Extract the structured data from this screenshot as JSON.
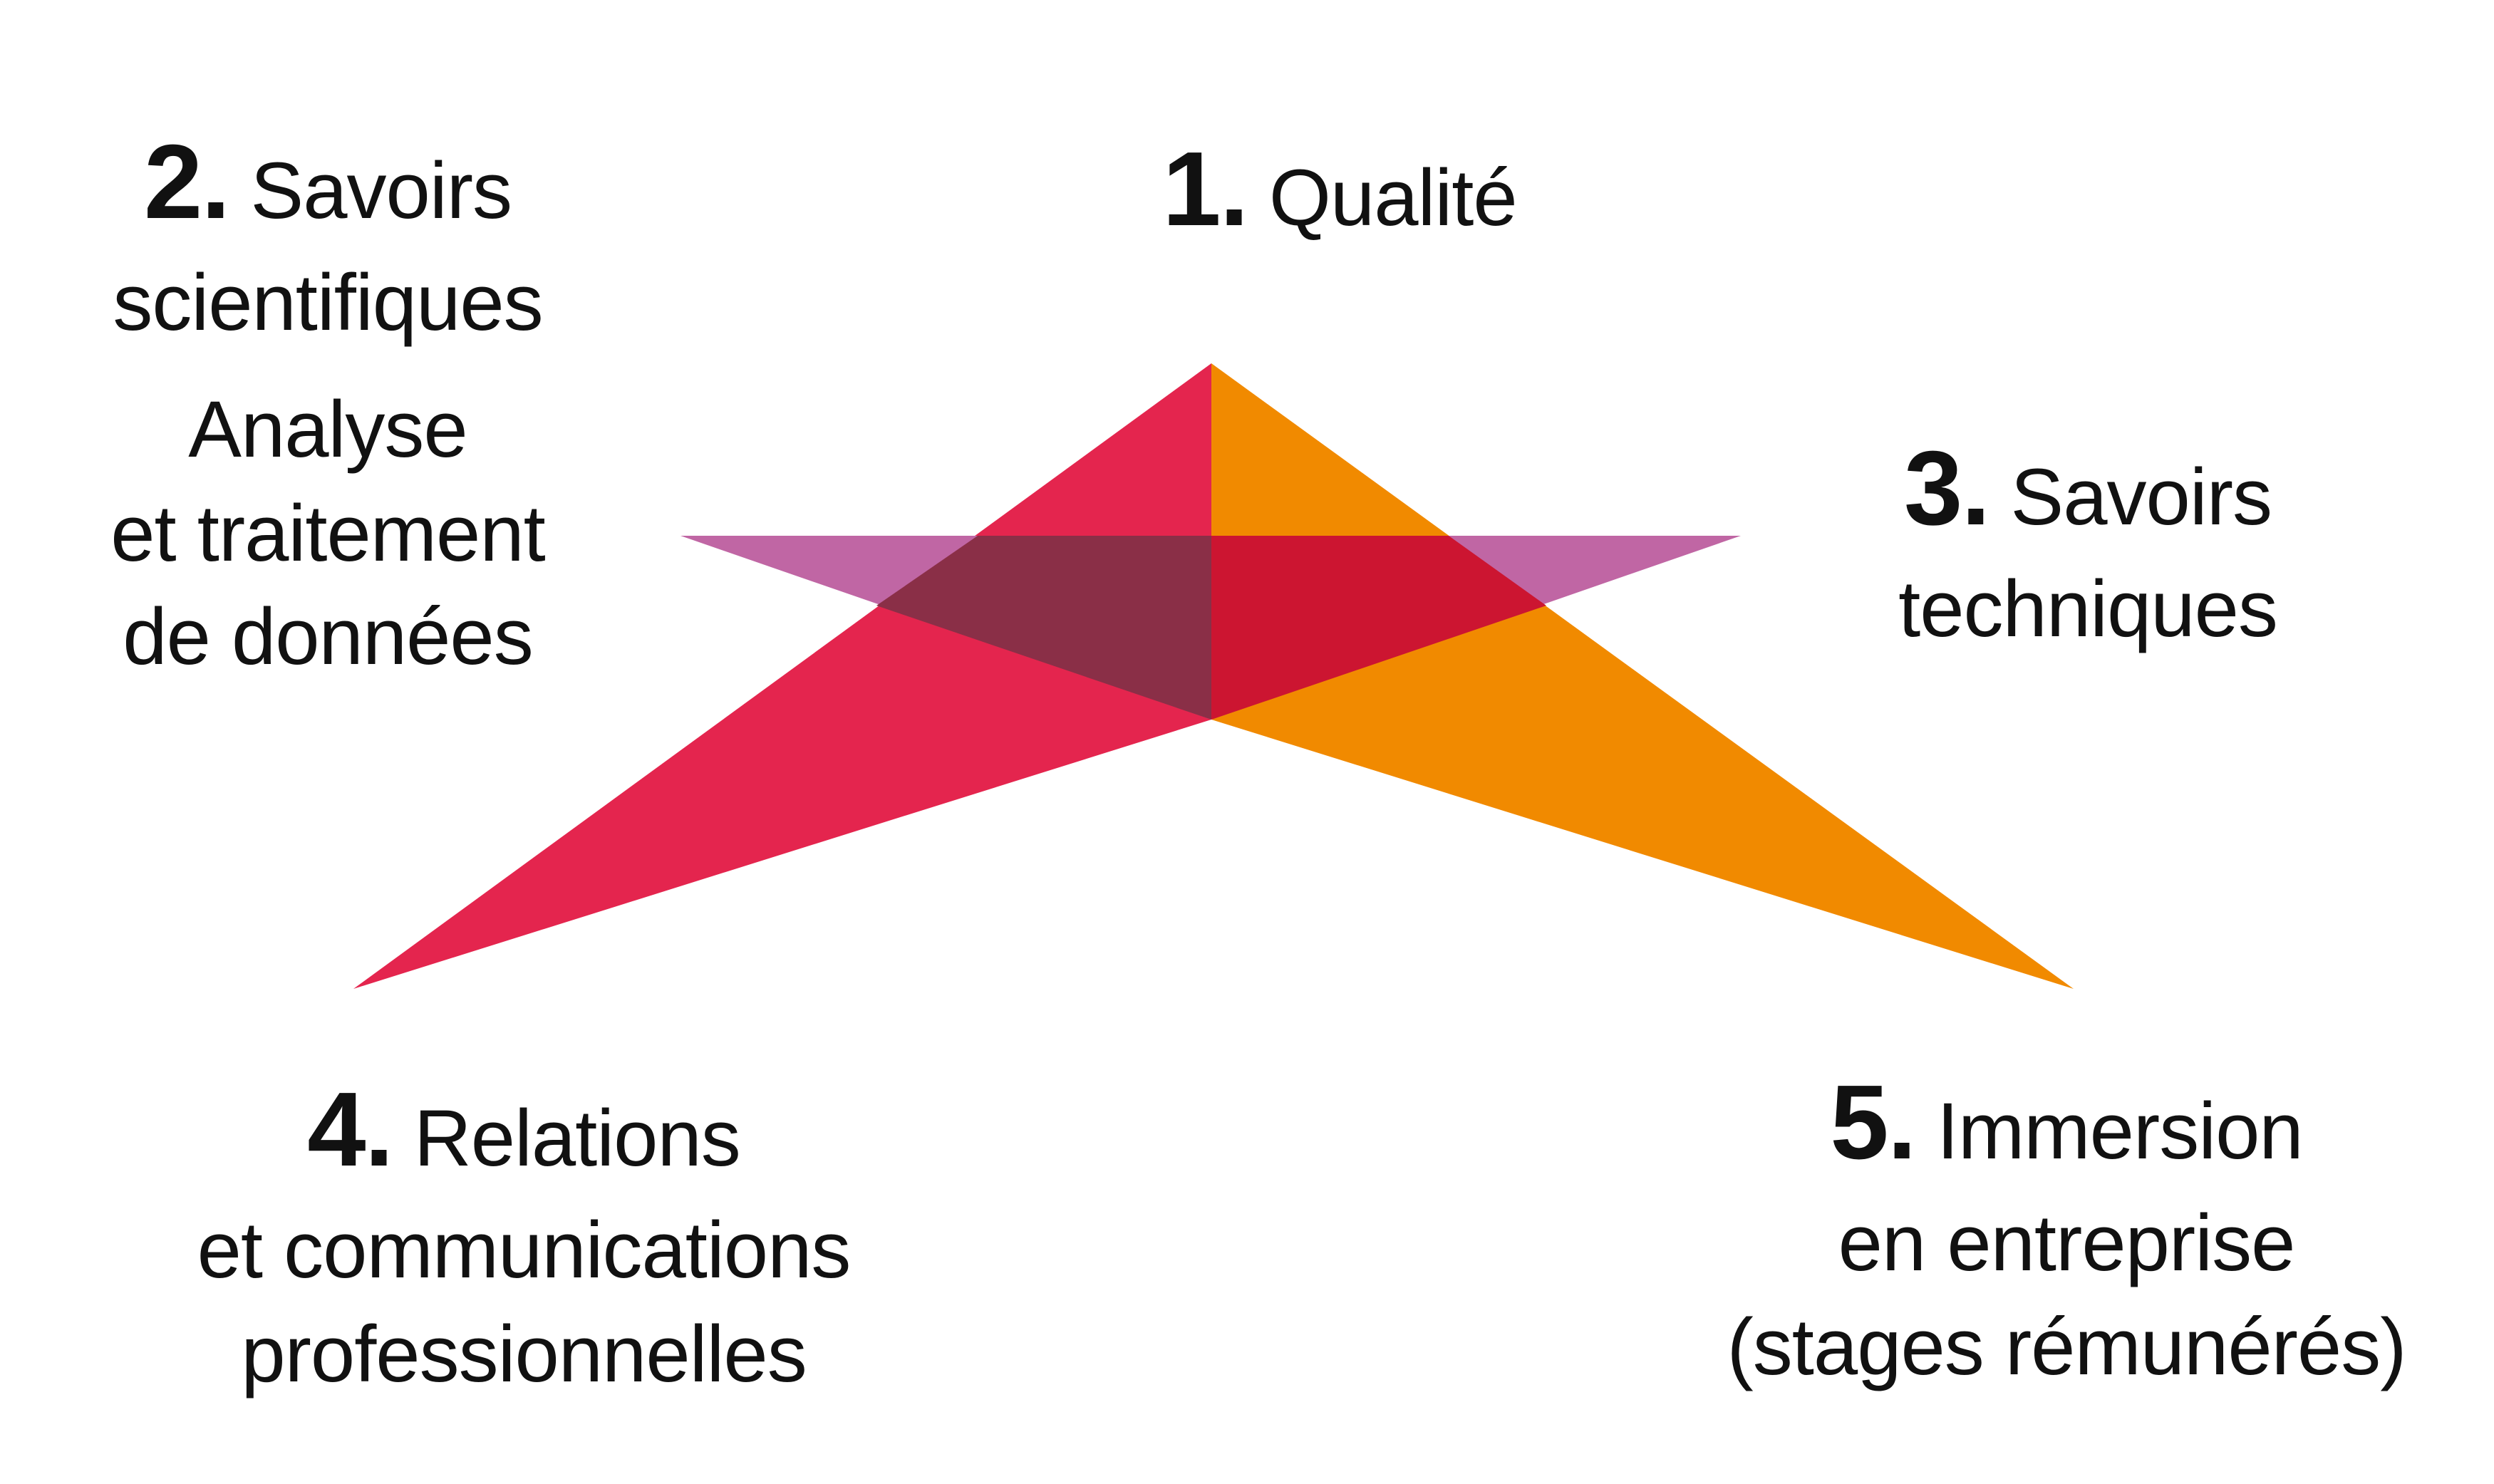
{
  "colors": {
    "red": "#e4254e",
    "orange": "#f18a00",
    "purple": "#c066a4",
    "dark_overlap": "#8a2f47",
    "red_overlap": "#cc1531"
  },
  "items": [
    {
      "number": "1.",
      "lines": [
        "Qualité"
      ]
    },
    {
      "number": "2.",
      "lines": [
        "Savoirs",
        "scientifiques"
      ],
      "sub_lines": [
        "Analyse",
        "et traitement",
        "de données"
      ]
    },
    {
      "number": "3.",
      "lines": [
        "Savoirs",
        "techniques"
      ]
    },
    {
      "number": "4.",
      "lines": [
        "Relations",
        "et communications",
        "professionnelles"
      ]
    },
    {
      "number": "5.",
      "lines": [
        "Immersion",
        "en entreprise",
        "(stages rémunérés)"
      ]
    }
  ]
}
